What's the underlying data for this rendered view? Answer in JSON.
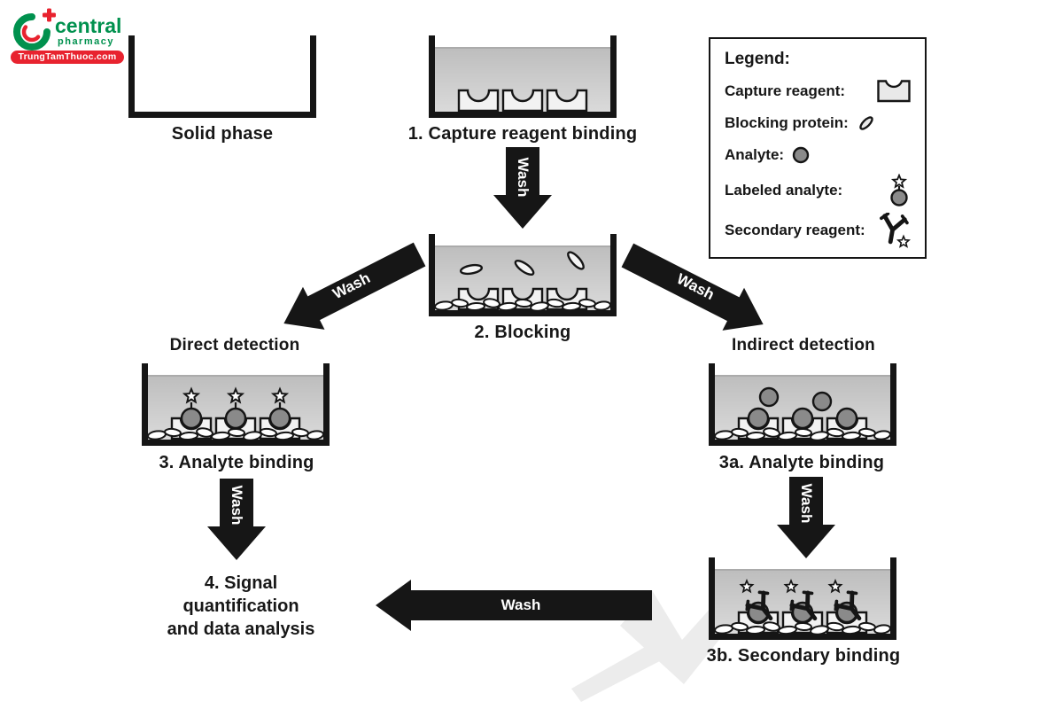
{
  "logo": {
    "brand": "central",
    "tagline": "pharmacy",
    "banner": "TrungTamThuoc.com"
  },
  "steps": {
    "solid_phase": "Solid phase",
    "step1": "1. Capture reagent binding",
    "step2": "2. Blocking",
    "direct_branch": "Direct detection",
    "indirect_branch": "Indirect detection",
    "step3": "3. Analyte binding",
    "step3a": "3a. Analyte binding",
    "step3b": "3b. Secondary binding",
    "step4_lines": [
      "4. Signal",
      "quantification",
      "and data analysis"
    ]
  },
  "arrows": {
    "wash": "Wash"
  },
  "legend": {
    "title": "Legend:",
    "items": [
      {
        "label": "Capture reagent:",
        "icon": "capture-reagent-icon"
      },
      {
        "label": "Blocking protein:",
        "icon": "blocking-protein-icon"
      },
      {
        "label": "Analyte:",
        "icon": "analyte-icon"
      },
      {
        "label": "Labeled analyte:",
        "icon": "labeled-analyte-icon"
      },
      {
        "label": "Secondary reagent:",
        "icon": "secondary-reagent-icon"
      }
    ]
  },
  "colors": {
    "ink": "#171717",
    "liquid_top": "#bdbdbd",
    "liquid_bottom": "#dadada",
    "analyte_fill": "#8a8a8a",
    "logo_green": "#00914e",
    "logo_red": "#e8232f",
    "watermark": "#ececec"
  }
}
